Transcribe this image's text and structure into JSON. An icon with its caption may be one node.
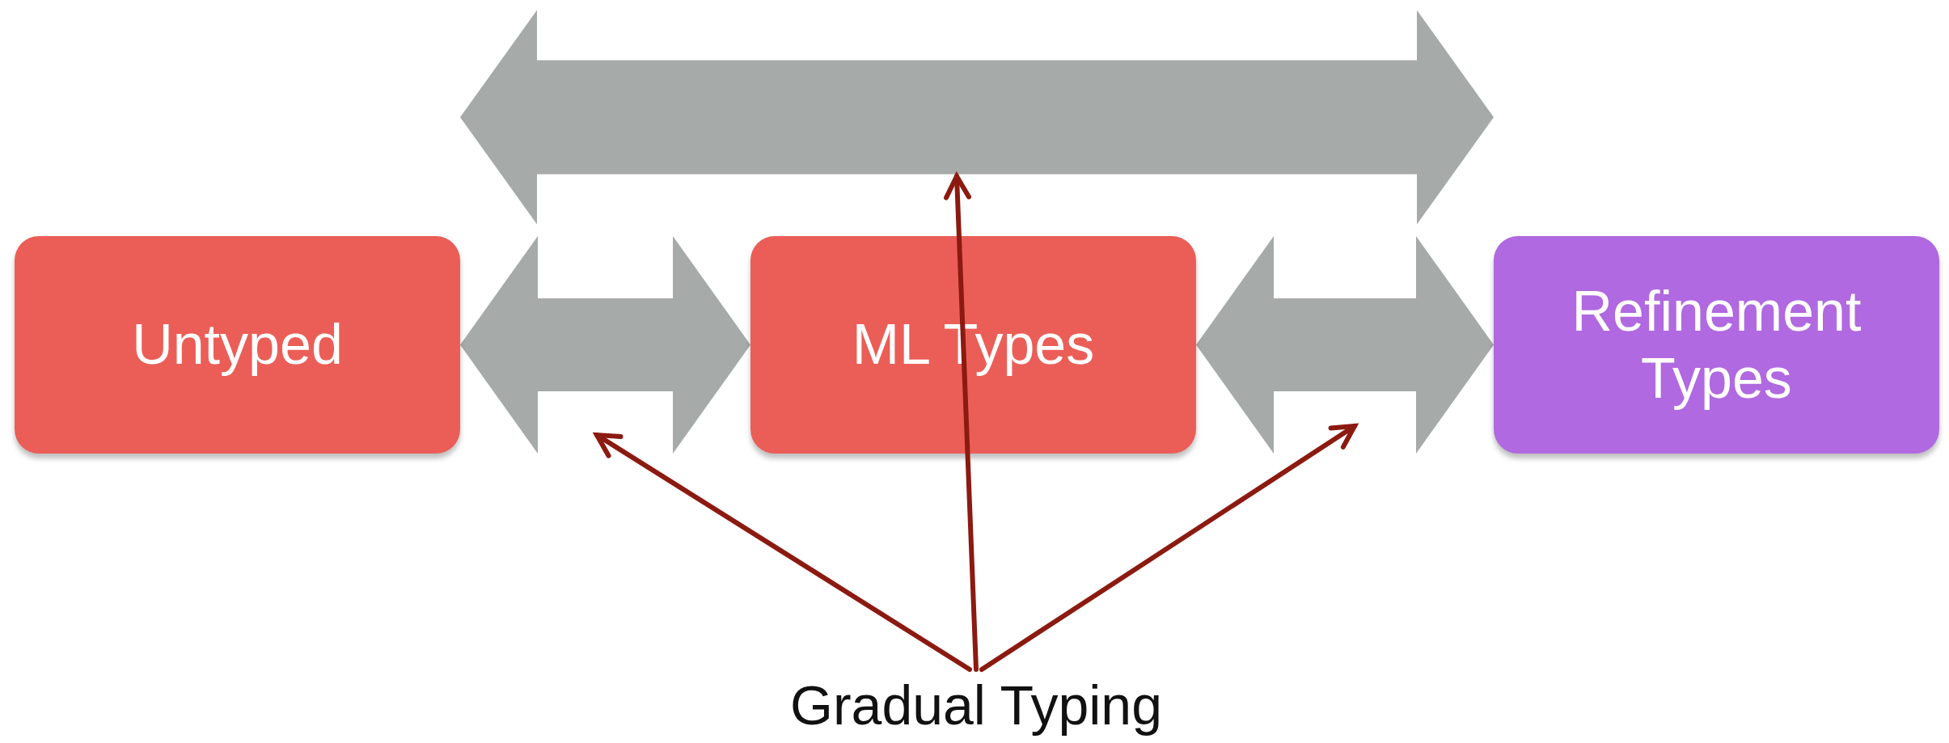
{
  "diagram": {
    "nodes": [
      {
        "text": [
          "Untyped"
        ]
      },
      {
        "text": [
          "ML Types"
        ]
      },
      {
        "text": [
          "Refinement Types"
        ]
      },
      {
        "text": [
          "Gradual Typing"
        ]
      }
    ],
    "edges": [
      {
        "from": 0,
        "to": 2,
        "arrow": "both"
      },
      {
        "from": 0,
        "to": 1,
        "arrow": "both"
      },
      {
        "from": 1,
        "to": 2,
        "arrow": "both"
      },
      {
        "from": 3,
        "to": null,
        "arrow": "to",
        "color": "#8b1a10"
      },
      {
        "from": 3,
        "to": null,
        "arrow": "to",
        "color": "#8b1a10"
      },
      {
        "from": 3,
        "to": null,
        "arrow": "to",
        "color": "#8b1a10"
      }
    ]
  }
}
